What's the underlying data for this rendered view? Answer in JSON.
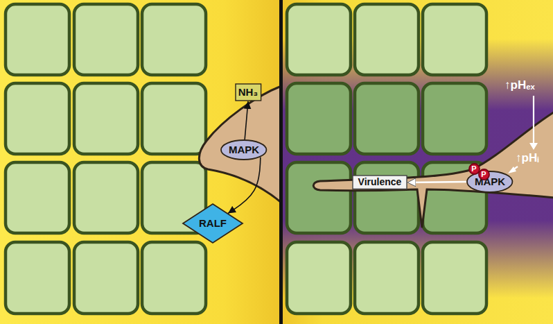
{
  "diagram": {
    "nodes": [
      {
        "text": [
          "NH₃"
        ]
      },
      {
        "text": [
          "MAPK"
        ]
      },
      {
        "text": [
          "RALF"
        ]
      },
      {
        "text": [
          "MAPK"
        ]
      },
      {
        "text": [
          "P"
        ]
      },
      {
        "text": [
          "P"
        ]
      },
      {
        "text": [
          "Virulence"
        ]
      }
    ],
    "edges": [
      {
        "from": 1,
        "to": 0,
        "arrow": "to"
      },
      {
        "from": 1,
        "to": 2,
        "arrow": "to"
      },
      {
        "from": 3,
        "to": 6,
        "arrow": "to"
      }
    ],
    "labels": [
      "↑pHₑₓ",
      "↑pHᵢ"
    ]
  }
}
